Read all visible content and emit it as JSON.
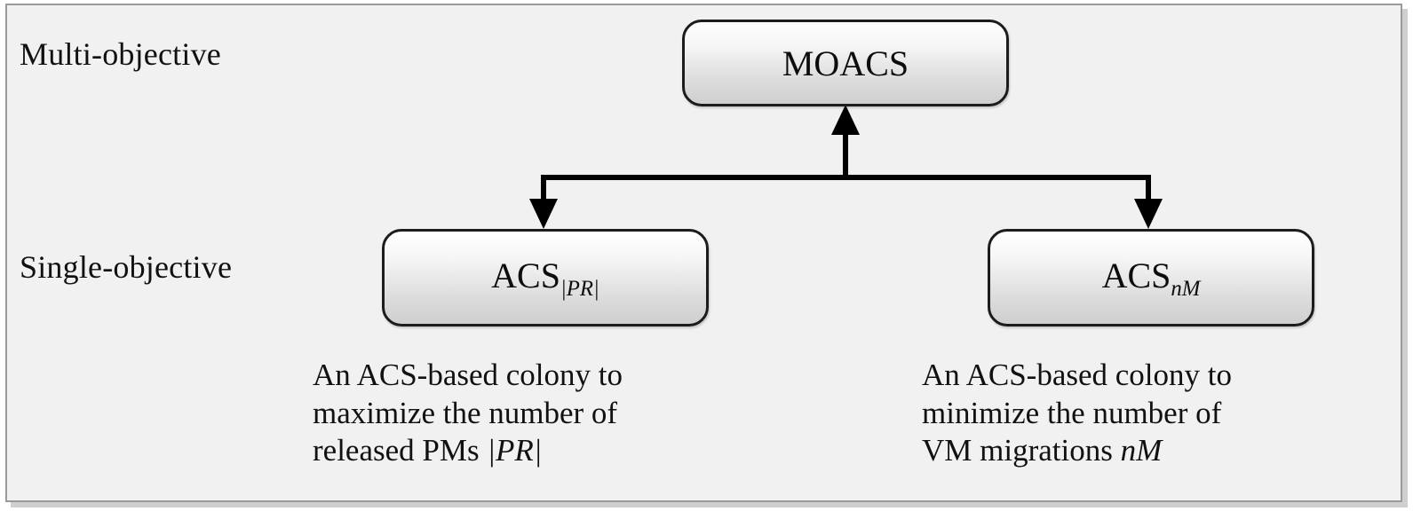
{
  "figure": {
    "row_labels": {
      "multi": "Multi-objective",
      "single": "Single-objective"
    },
    "nodes": [
      {
        "id": "moacs",
        "label": "MOACS",
        "subscript": ""
      },
      {
        "id": "acs-pr",
        "label": "ACS",
        "subscript": "|PR|"
      },
      {
        "id": "acs-nm",
        "label": "ACS",
        "subscript": "nM"
      }
    ],
    "captions": {
      "left": {
        "line1": "An ACS-based colony to",
        "line2": "maximize the number of",
        "line3_pre": "released PMs ",
        "line3_math": "|PR|"
      },
      "right": {
        "line1": "An ACS-based colony to",
        "line2": "minimize the number of",
        "line3_pre": "VM migrations ",
        "line3_math": "nM"
      }
    },
    "colors": {
      "panel_background": "#f1f1f1",
      "panel_border": "#9a9a9a",
      "node_border": "#1c1c1c",
      "node_fill_top": "#ffffff",
      "node_fill_bottom": "#cfcfcf",
      "text": "#111111",
      "connector": "#000000"
    }
  }
}
